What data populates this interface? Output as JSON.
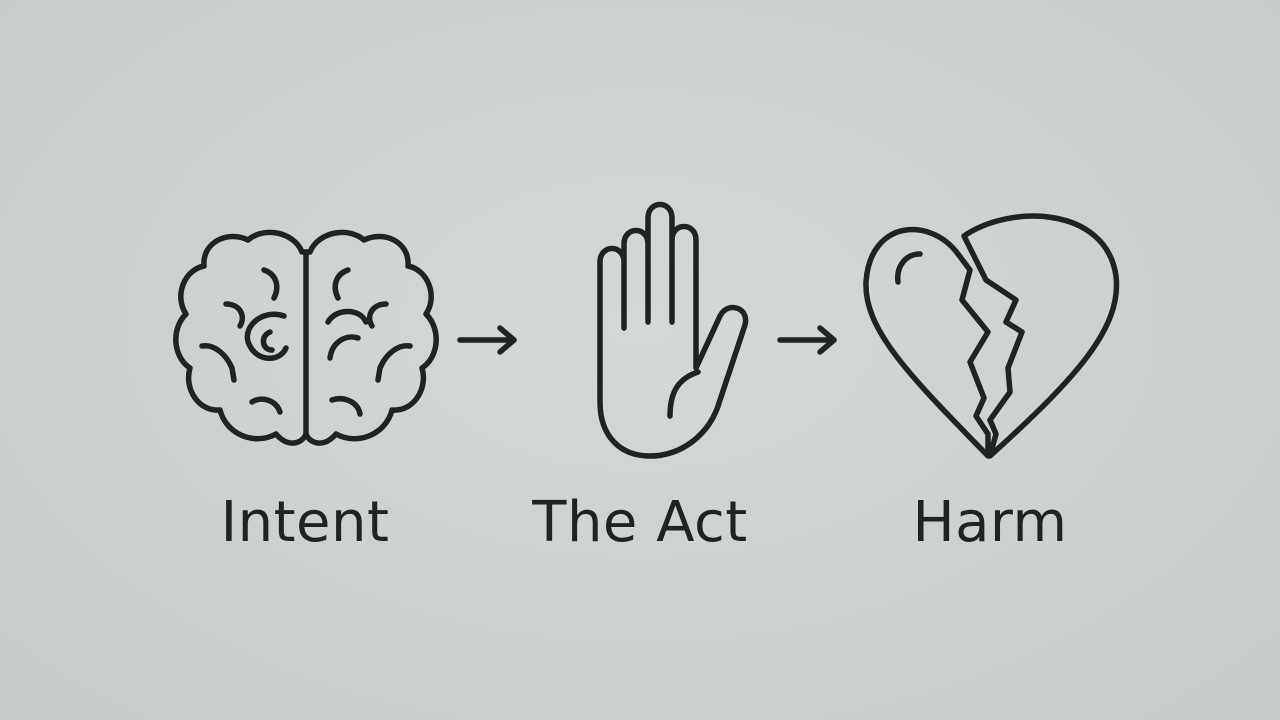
{
  "steps": [
    {
      "label": "Intent",
      "icon": "brain-icon"
    },
    {
      "label": "The Act",
      "icon": "hand-icon"
    },
    {
      "label": "Harm",
      "icon": "broken-heart-icon"
    }
  ],
  "connectors": [
    "arrow-right-icon",
    "arrow-right-icon"
  ],
  "colors": {
    "background": "#cbd1d1",
    "ink": "#1f2422"
  }
}
